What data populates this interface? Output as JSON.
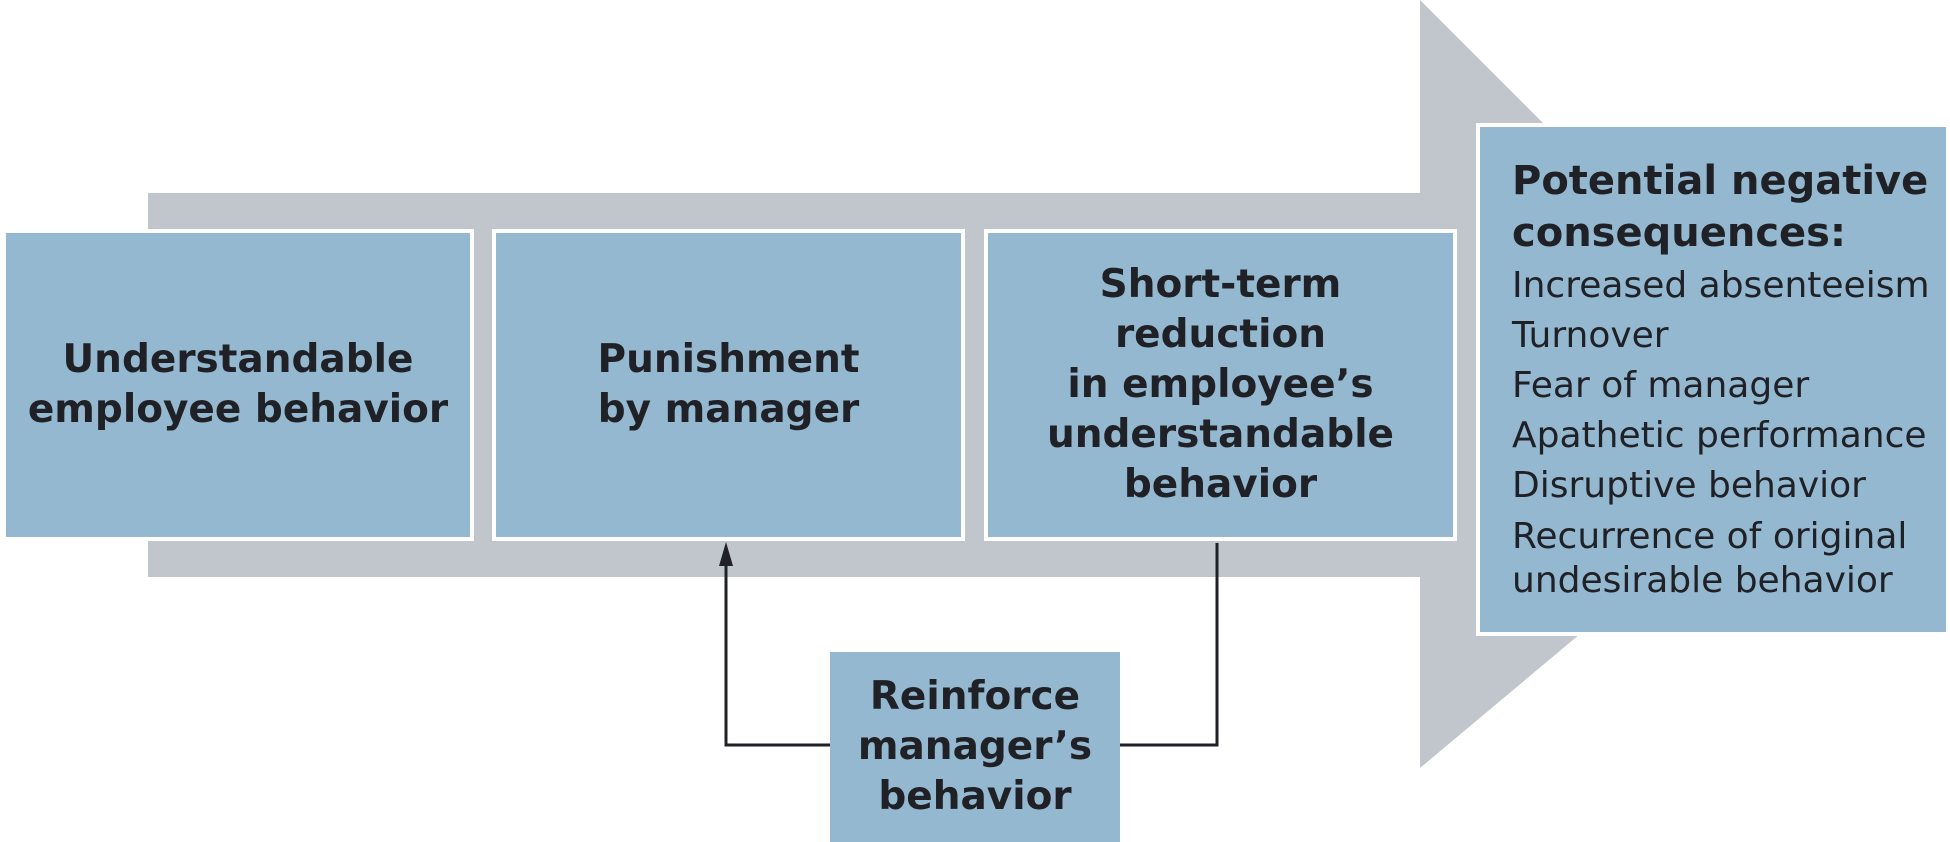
{
  "colors": {
    "box_fill": "#94b8cf",
    "arrow_fill": "#c1c6cc",
    "text": "#1f2126",
    "connector": "#1f2126"
  },
  "boxes": {
    "behavior": {
      "lines": [
        "Understandable",
        "employee behavior"
      ]
    },
    "punishment": {
      "lines": [
        "Punishment",
        "by manager"
      ]
    },
    "reduction": {
      "lines": [
        "Short-term",
        "reduction",
        "in employee’s",
        "understandable",
        "behavior"
      ]
    },
    "reinforce": {
      "lines": [
        "Reinforce",
        "manager’s",
        "behavior"
      ]
    },
    "consequences": {
      "heading": "Potential negative consequences:",
      "items": [
        "Increased absenteeism",
        "Turnover",
        "Fear of manager",
        "Apathetic performance",
        "Disruptive behavior",
        "Recurrence of original undesirable behavior"
      ]
    }
  }
}
